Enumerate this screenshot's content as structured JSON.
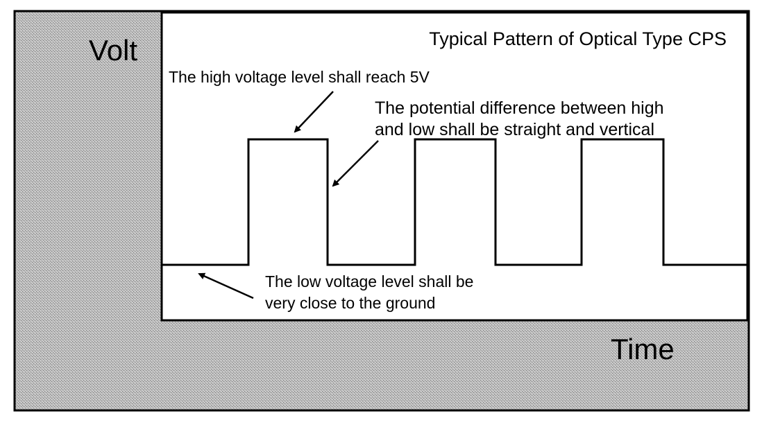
{
  "figure": {
    "title": "Typical Pattern of Optical Type CPS",
    "y_axis_label": "Volt",
    "x_axis_label": "Time",
    "annotations": {
      "high_level": "The high voltage level shall reach 5V",
      "transition_line1": "The potential difference between high",
      "transition_line2": "and low shall be straight and vertical",
      "low_level_line1": "The low voltage level shall be",
      "low_level_line2": "very close to the ground"
    }
  },
  "colors": {
    "background_texture": "#c8c8c8",
    "plot_area": "#ffffff",
    "lines": "#000000"
  },
  "waveform": {
    "type": "square-wave",
    "pulse_count": 3,
    "levels": [
      "low",
      "high"
    ]
  }
}
